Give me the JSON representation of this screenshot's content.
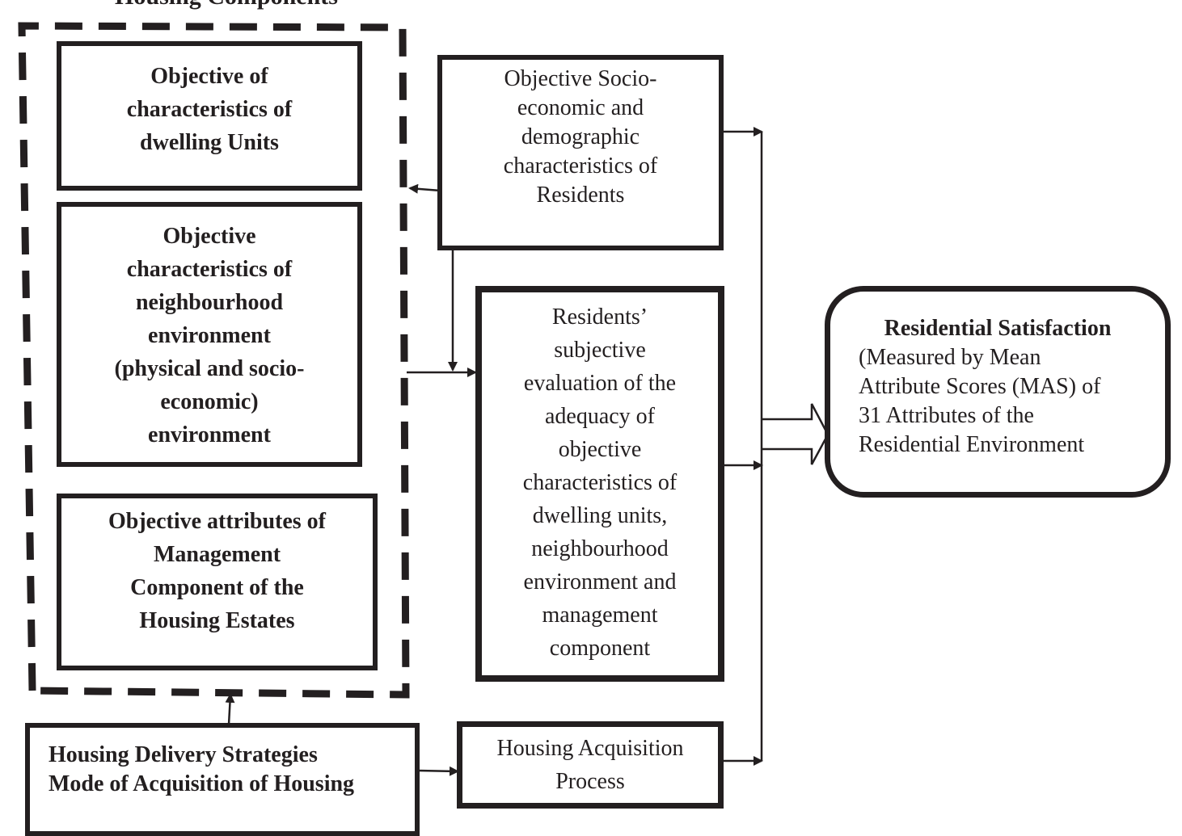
{
  "group": {
    "title": "Housing Components"
  },
  "boxes": {
    "dwelling": [
      "Objective of",
      "characteristics of",
      "dwelling Units"
    ],
    "neighbourhood": [
      "Objective",
      "characteristics of",
      "neighbourhood",
      "environment",
      "(physical and socio-",
      "economic)",
      "environment"
    ],
    "management": [
      "Objective attributes of",
      "Management",
      "Component of the",
      "Housing Estates"
    ],
    "socio": [
      "Objective Socio-",
      "economic and",
      "demographic",
      "characteristics of",
      "Residents"
    ],
    "evaluation": [
      "Residents’",
      "subjective",
      "evaluation of the",
      "adequacy of",
      "objective",
      "characteristics of",
      "dwelling units,",
      "neighbourhood",
      "environment and",
      "management",
      "component"
    ],
    "satisfaction_title": "Residential Satisfaction",
    "satisfaction_body": [
      "(Measured by Mean",
      "Attribute Scores (MAS) of",
      "31 Attributes of   the",
      "Residential Environment"
    ],
    "delivery": [
      "Housing Delivery Strategies",
      "Mode of Acquisition of Housing"
    ],
    "acquisition": [
      "Housing Acquisition",
      "Process"
    ]
  }
}
